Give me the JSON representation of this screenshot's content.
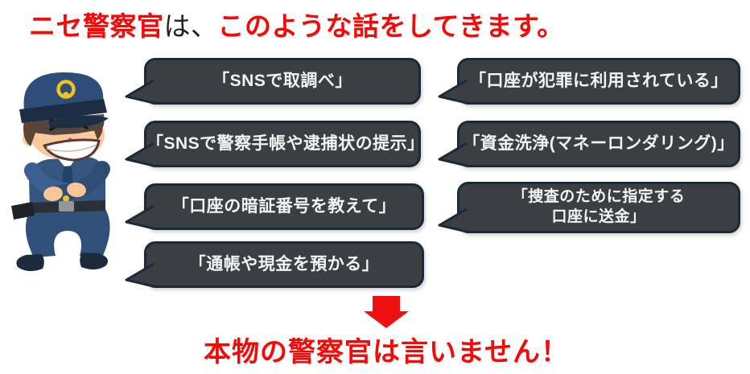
{
  "title": {
    "segment_red_1": "ニセ警察官",
    "segment_black": "は、",
    "segment_red_2": "このような話をしてきます。"
  },
  "speech_bubbles": {
    "left_column": [
      {
        "lines": [
          "「SNSで取調べ」"
        ]
      },
      {
        "lines": [
          "「SNSで警察手帳や逮捕状の提示」"
        ]
      },
      {
        "lines": [
          "「口座の暗証番号を教えて」"
        ]
      },
      {
        "lines": [
          "「通帳や現金を預かる」"
        ]
      }
    ],
    "right_column": [
      {
        "lines": [
          "「口座が犯罪に利用されている」"
        ]
      },
      {
        "lines": [
          "「資金洗浄(マネーロンダリング)」"
        ]
      },
      {
        "lines": [
          "「捜査のために指定する",
          "口座に送金」"
        ]
      }
    ]
  },
  "conclusion": {
    "text": "本物の警察官は言いません！"
  },
  "illustration": {
    "subject": "ニセ警察官(腕組みして笑う警察官)"
  },
  "colors": {
    "accent_red": "#f90606",
    "arrow_red": "#ee1111",
    "bubble_background": "#3b3f44",
    "bubble_border": "#1b2a38",
    "bubble_text": "#f4f4f4",
    "title_black": "#222222"
  }
}
